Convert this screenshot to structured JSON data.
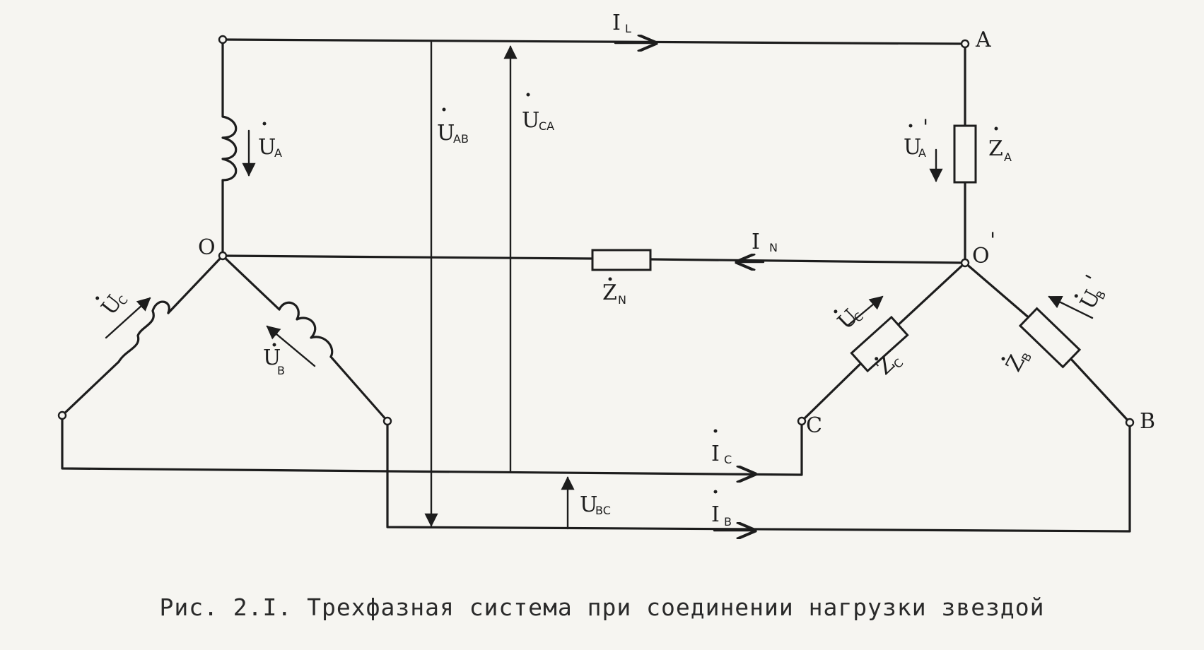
{
  "caption": "Рис. 2.I. Трехфазная система при соединении нагрузки звездой",
  "nodes": {
    "A": "A",
    "B": "B",
    "C": "C",
    "O": "O",
    "O_prime": "O",
    "prime": "'"
  },
  "labels": {
    "U_A": {
      "main": "U",
      "sub": "A"
    },
    "U_B": {
      "main": "U",
      "sub": "B"
    },
    "U_C": {
      "main": "U",
      "sub": "C"
    },
    "U_AB": {
      "main": "U",
      "sub": "AB"
    },
    "U_CA": {
      "main": "U",
      "sub": "CA"
    },
    "U_BC": {
      "main": "U",
      "sub": "BC"
    },
    "U_A_load": {
      "main": "U",
      "sub": "A"
    },
    "U_B_load": {
      "main": "U",
      "sub": "B"
    },
    "U_C_load": {
      "main": "U",
      "sub": "C"
    },
    "Z_A": {
      "main": "Z",
      "sub": "A"
    },
    "Z_B": {
      "main": "Z",
      "sub": "B"
    },
    "Z_C": {
      "main": "Z",
      "sub": "C"
    },
    "Z_N": {
      "main": "Z",
      "sub": "N"
    },
    "I_L": {
      "main": "I",
      "sub": "L"
    },
    "I_N": {
      "main": "I",
      "sub": "N"
    },
    "I_C": {
      "main": "I",
      "sub": "C"
    },
    "I_B": {
      "main": "I",
      "sub": "B"
    }
  },
  "colors": {
    "ink": "#1d1d1d",
    "paper": "#f6f5f1"
  }
}
